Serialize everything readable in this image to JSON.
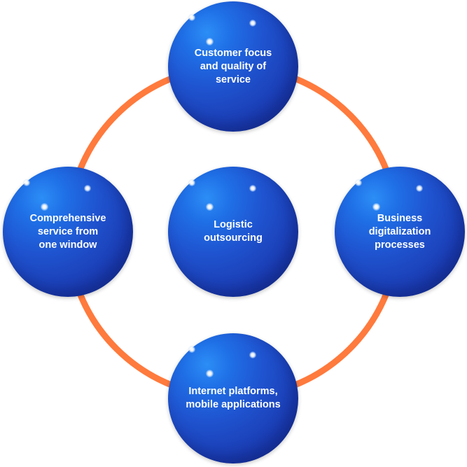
{
  "diagram": {
    "ring_color": "#ff7a3d",
    "node_color": "#1f53cf",
    "nodes": {
      "top": "Customer focus\nand quality of\nservice",
      "left": "Comprehensive\nservice from\none window",
      "center": "Logistic\noutsourcing",
      "right": "Business\ndigitalization\nprocesses",
      "bottom": "Internet platforms,\nmobile applications"
    }
  }
}
